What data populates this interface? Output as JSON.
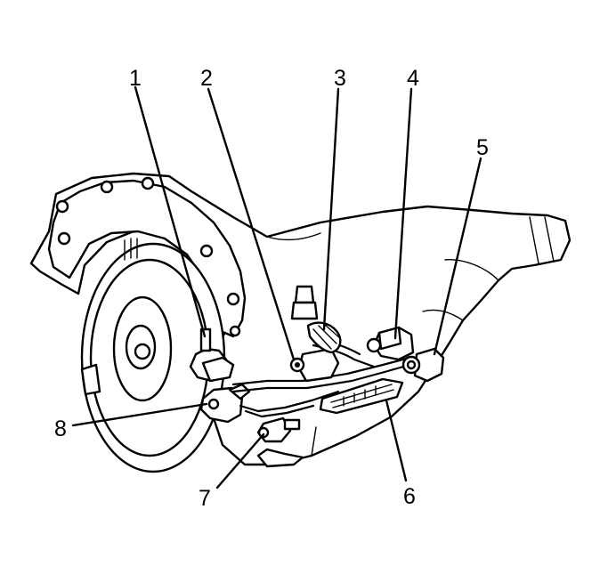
{
  "figure": {
    "callouts": [
      {
        "id": "callout-1",
        "label": "1"
      },
      {
        "id": "callout-2",
        "label": "2"
      },
      {
        "id": "callout-3",
        "label": "3"
      },
      {
        "id": "callout-4",
        "label": "4"
      },
      {
        "id": "callout-5",
        "label": "5"
      },
      {
        "id": "callout-6",
        "label": "6"
      },
      {
        "id": "callout-7",
        "label": "7"
      },
      {
        "id": "callout-8",
        "label": "8"
      }
    ]
  }
}
